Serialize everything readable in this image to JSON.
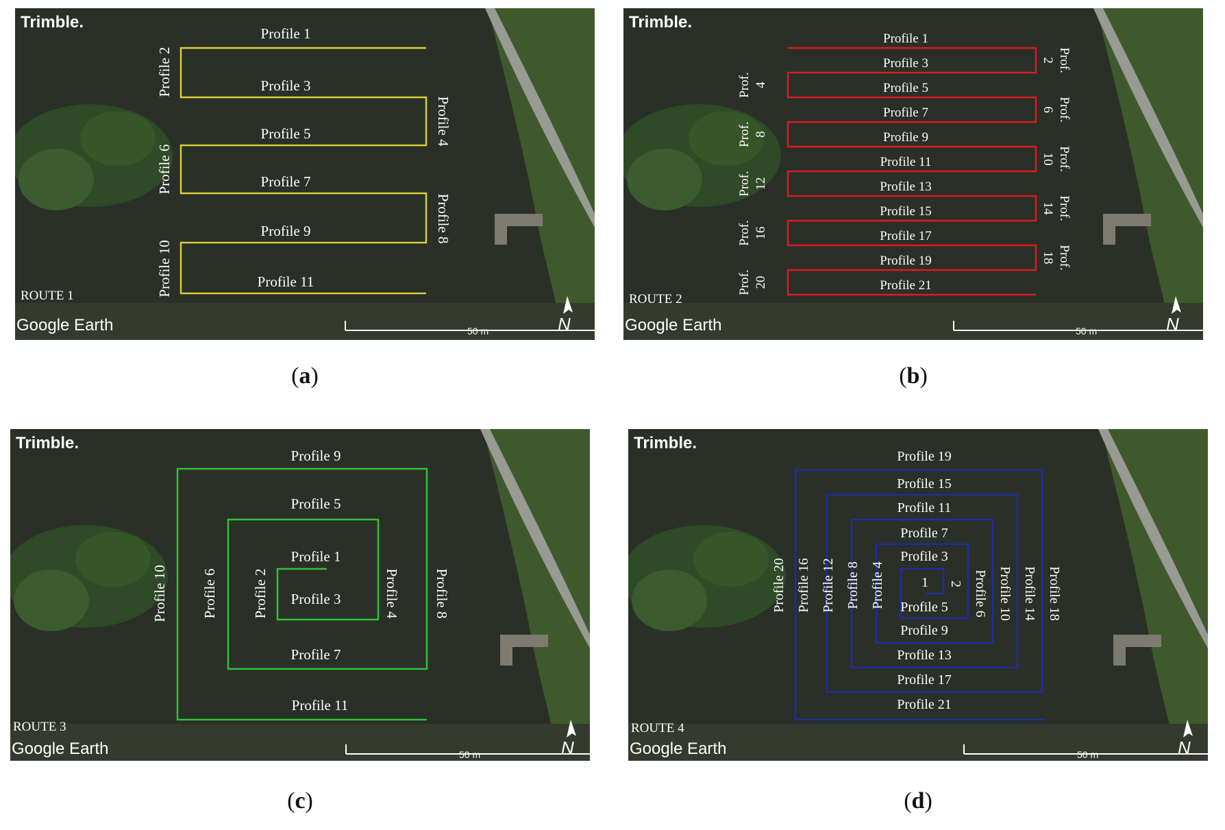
{
  "brand": "Trimble.",
  "google_earth": "Google Earth",
  "scale_label": "50 m",
  "north_label": "N",
  "colors": {
    "route1": "#d8cf3a",
    "route2": "#d81e1e",
    "route3": "#2fc235",
    "route4": "#1c2ea0",
    "water": "#2a2f28"
  },
  "panels": [
    {
      "id": "a",
      "caption": "a",
      "route_label": "ROUTE 1",
      "labels": [
        "Profile 1",
        "Profile 2",
        "Profile 3",
        "Profile 4",
        "Profile 5",
        "Profile 6",
        "Profile 7",
        "Profile 8",
        "Profile 9",
        "Profile 10",
        "Profile 11"
      ]
    },
    {
      "id": "b",
      "caption": "b",
      "route_label": "ROUTE 2",
      "labels": [
        "Profile 1",
        "Profile 3",
        "Profile 5",
        "Profile 7",
        "Profile 9",
        "Profile 11",
        "Profile 13",
        "Profile 15",
        "Profile 17",
        "Profile 19",
        "Profile 21",
        "Prof.",
        "2",
        "Prof.",
        "6",
        "Prof.",
        "10",
        "Prof.",
        "14",
        "Prof.",
        "18",
        "Prof.",
        "4",
        "Prof.",
        "8",
        "Prof.",
        "12",
        "Prof.",
        "16",
        "Prof.",
        "20"
      ]
    },
    {
      "id": "c",
      "caption": "c",
      "route_label": "ROUTE 3",
      "labels": [
        "Profile 9",
        "Profile 5",
        "Profile 1",
        "Profile 3",
        "Profile 7",
        "Profile 11",
        "Profile 10",
        "Profile 6",
        "Profile 2",
        "Profile 4",
        "Profile 8"
      ]
    },
    {
      "id": "d",
      "caption": "d",
      "route_label": "ROUTE 4",
      "labels": [
        "Profile 19",
        "Profile 15",
        "Profile 11",
        "Profile 7",
        "Profile 3",
        "1",
        "2",
        "Profile 5",
        "Profile 9",
        "Profile 13",
        "Profile 17",
        "Profile 21",
        "Profile 20",
        "Profile 16",
        "Profile 12",
        "Profile 8",
        "Profile 4",
        "Profile 6",
        "Profile 10",
        "Profile 14",
        "Profile 18"
      ]
    }
  ]
}
